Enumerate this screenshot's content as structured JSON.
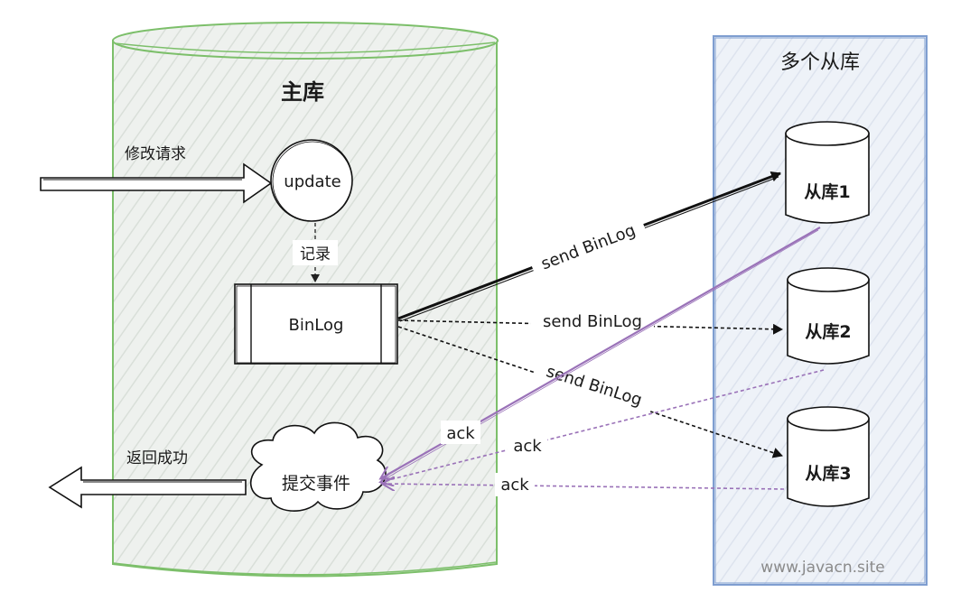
{
  "master": {
    "title": "主库"
  },
  "replicas_group": {
    "title": "多个从库"
  },
  "nodes": {
    "update": "update",
    "binlog": "BinLog",
    "commit": "提交事件",
    "slave1": "从库1",
    "slave2": "从库2",
    "slave3": "从库3"
  },
  "labels": {
    "modify_request": "修改请求",
    "record": "记录",
    "return_success": "返回成功",
    "send1": "send BinLog",
    "send2": "send BinLog",
    "send3": "send BinLog",
    "ack1": "ack",
    "ack2": "ack",
    "ack3": "ack"
  },
  "watermark": "www.javacn.site",
  "colors": {
    "master_stroke": "#7cbf6a",
    "master_fill": "#eef1ee",
    "replica_stroke": "#7f9ed0",
    "replica_fill": "#edf1f8",
    "ack_line": "#9a72b8",
    "text": "#1a1a1a"
  }
}
